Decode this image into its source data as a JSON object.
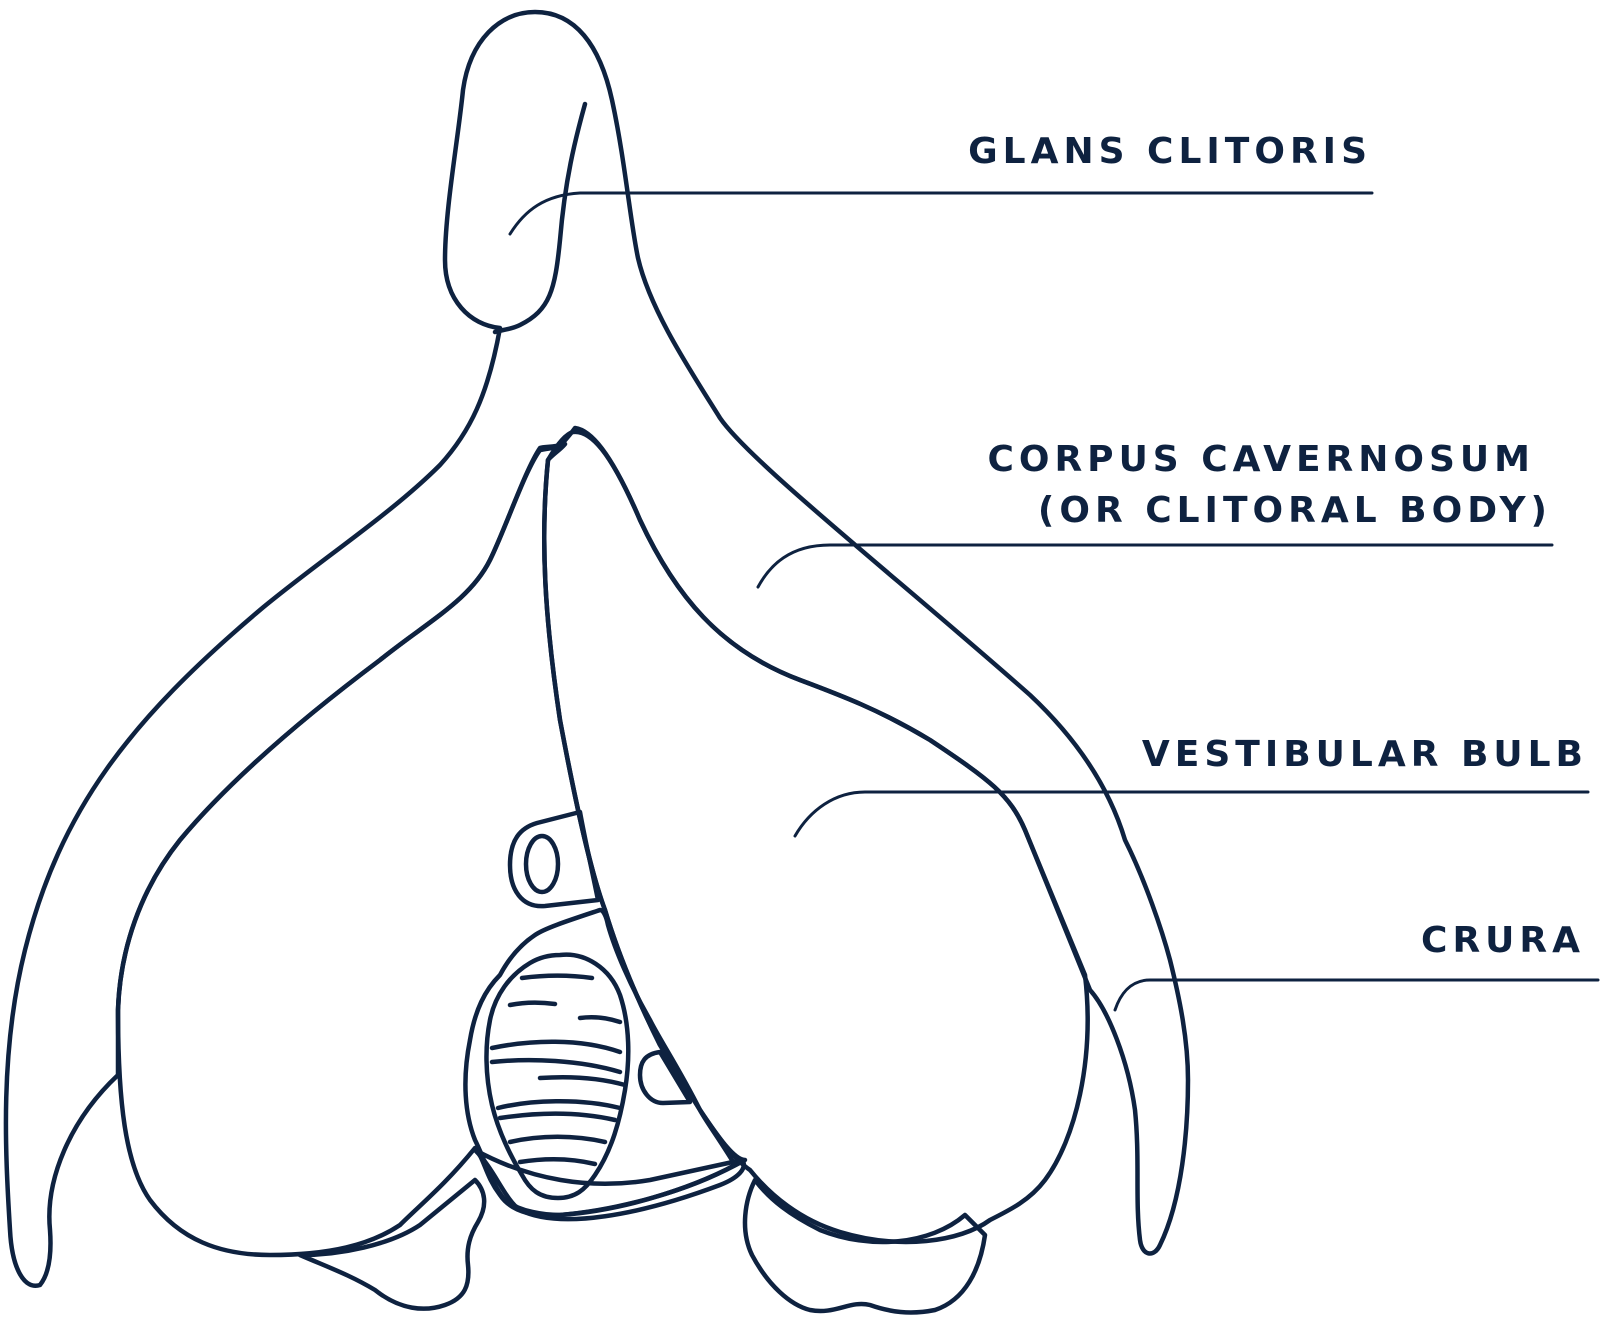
{
  "colors": {
    "outline": "#0e2240",
    "clitoral_body_fill": "#fbead6",
    "vestibular_bulb_fill": "#f4ebe8",
    "background": "#ffffff"
  },
  "labels": {
    "glans": "GLANS CLITORIS",
    "corpus_line1": "CORPUS CAVERNOSUM",
    "corpus_line2": "(OR CLITORAL BODY)",
    "vestibular_bulb": "VESTIBULAR BULB",
    "crura": "CRURA"
  }
}
